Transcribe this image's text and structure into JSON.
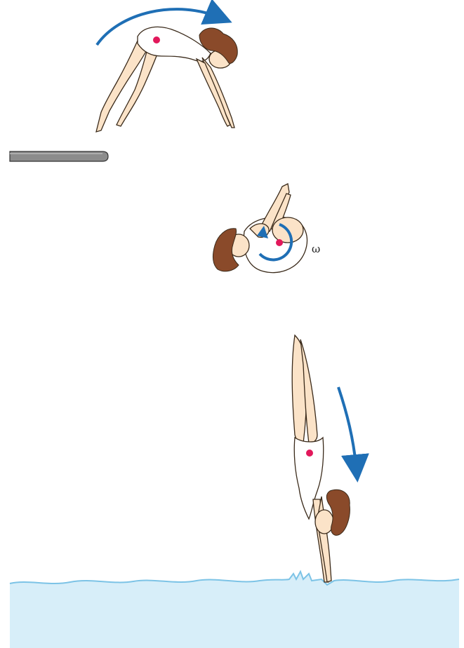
{
  "labels": {
    "angular_velocity": "ω"
  },
  "colors": {
    "background": "#ffffff",
    "skin": "#fbe3c8",
    "suit": "#ffffff",
    "hair": "#8a4a2a",
    "outline": "#3a2a1a",
    "center_of_mass": "#e2185b",
    "arrow": "#1f6fb5",
    "board": "#8c8c8c",
    "water": "#d7eef9",
    "water_surface": "#7cc3e6"
  },
  "stages": [
    {
      "name": "takeoff",
      "pose": "pike-extended",
      "rotation_arrow": "arc-clockwise-over"
    },
    {
      "name": "mid-flight",
      "pose": "tuck",
      "rotation_arrow": "circle-clockwise"
    },
    {
      "name": "entry",
      "pose": "vertical-straight",
      "rotation_arrow": "arc-downward"
    }
  ]
}
